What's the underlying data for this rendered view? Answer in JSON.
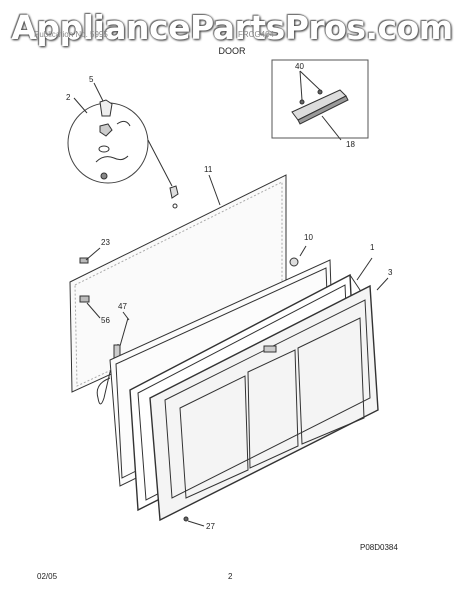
{
  "watermark": "AppliancePartsPros.com",
  "header": {
    "section_title": "DOOR",
    "left_faint": "Publication No. 5995",
    "right_faint": "FRCG404"
  },
  "parts": [
    {
      "label": "40"
    },
    {
      "label": "5"
    },
    {
      "label": "2"
    },
    {
      "label": "18"
    },
    {
      "label": "11"
    },
    {
      "label": "23"
    },
    {
      "label": "10"
    },
    {
      "label": "1"
    },
    {
      "label": "3"
    },
    {
      "label": "47"
    },
    {
      "label": "56"
    },
    {
      "label": "27"
    }
  ],
  "drawing_code": "P08D0384",
  "footer": {
    "date": "02/05",
    "page": "2"
  }
}
